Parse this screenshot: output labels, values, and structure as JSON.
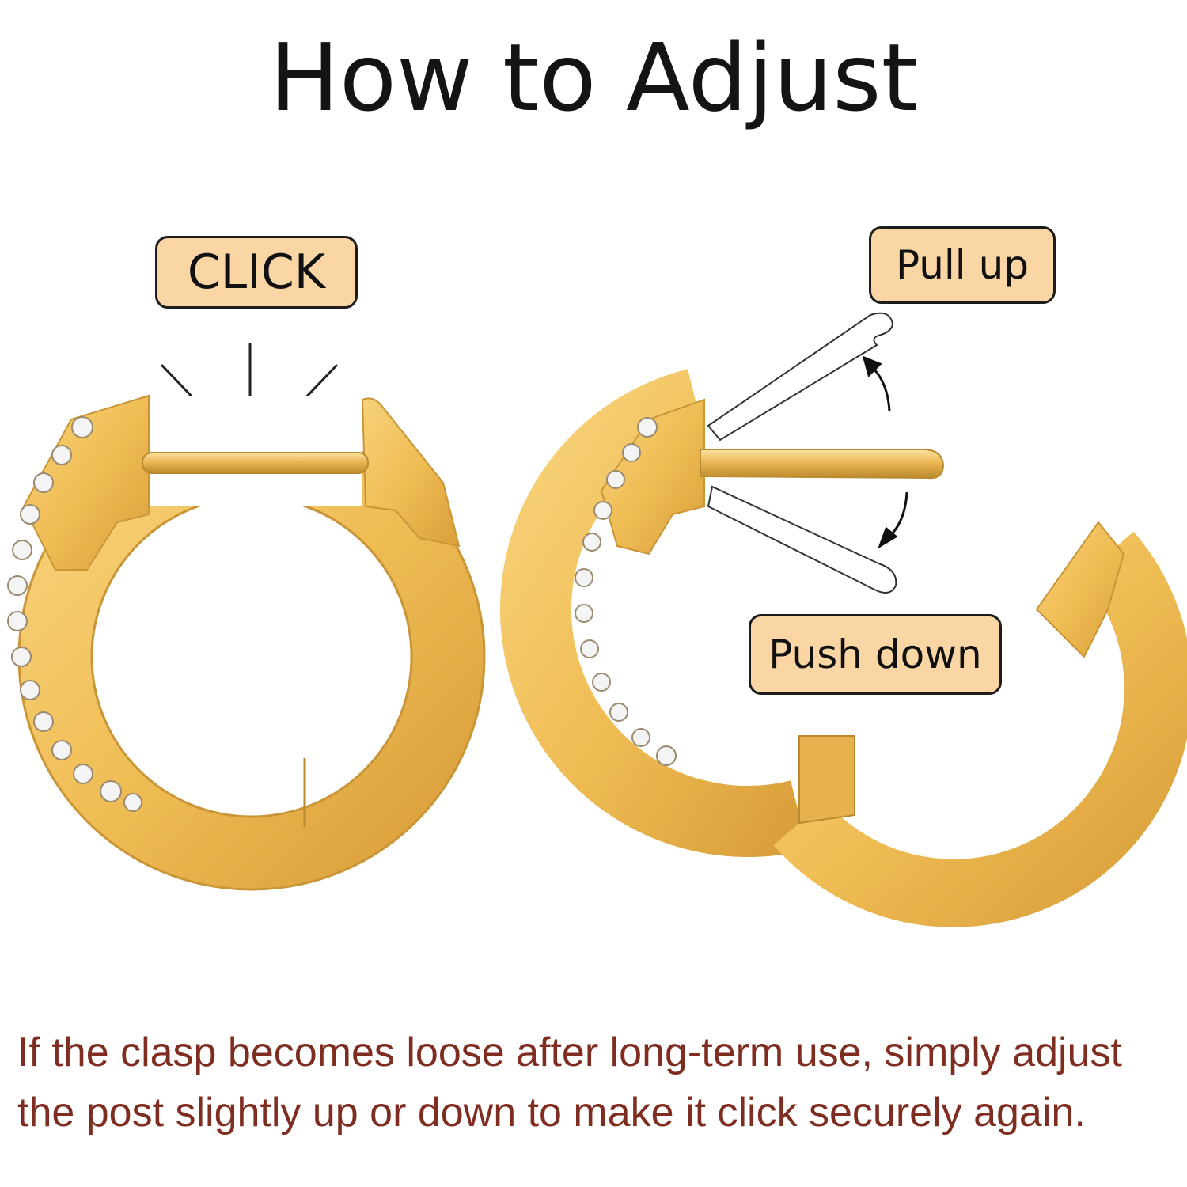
{
  "title": "How to Adjust",
  "labels": {
    "click": "CLICK",
    "pull_up": "Pull up",
    "push_down": "Push down"
  },
  "instructions": {
    "line1": "If the clasp becomes loose after long-term use, simply adjust",
    "line2": "the post slightly up or down to make it click securely again."
  },
  "colors": {
    "gold": "#f1bf55",
    "gold_dark": "#b98a2e",
    "label_fill": "#fbd6a5",
    "instruction_text": "#7f2d20",
    "title_text": "#141414"
  },
  "icons": [
    "hoop-earring-closed",
    "hoop-earring-open",
    "click-burst",
    "arrow-up",
    "arrow-down"
  ]
}
